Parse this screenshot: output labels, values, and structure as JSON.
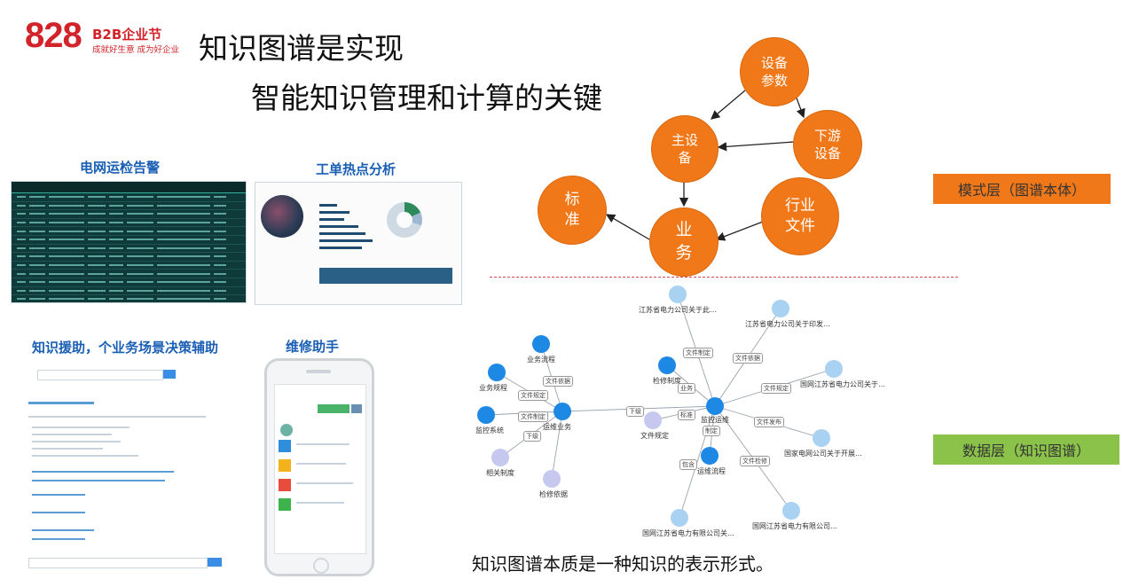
{
  "logo": {
    "number": "828",
    "brand": "B2B企业节",
    "slogan": "成就好生意 成为好企业"
  },
  "title": {
    "line1": "知识图谱是实现",
    "line2": "智能知识管理和计算的关键"
  },
  "panels": {
    "grid_alert": "电网运检告警",
    "order_analysis": "工单热点分析",
    "decision_support": "知识援助，个业务场景决策辅助",
    "repair_assistant": "维修助手"
  },
  "schema": {
    "nodes": {
      "equipment_params": "设备\n参数",
      "main_equipment": "主设\n备",
      "downstream_equipment": "下游\n设备",
      "standard": "标\n准",
      "business": "业\n务",
      "industry_docs": "行业\n文件"
    },
    "layer_mode": "模式层（图谱本体）",
    "layer_data": "数据层（知识图谱）"
  },
  "kg_labels": {
    "top": "江苏省电力公司关于此…",
    "top_right": "江苏省电力公司关于印发…",
    "right1": "国网江苏省电力公司关于…",
    "right2": "国家电网公司关于开展…",
    "bottom_right": "国网江苏省电力有限公司…",
    "bottom": "国网江苏省电力有限公司关…",
    "center_label": "监控运维",
    "left_label": "运维业务",
    "n1": "业务流程",
    "n2": "业务规程",
    "n3": "监控系统",
    "n4": "检修制度",
    "n5": "运维流程",
    "n6": "文件规定",
    "n7": "相关制度",
    "n8": "文件检修",
    "n9": "检修依据"
  },
  "edge_tags": [
    "文件制定",
    "文件依据",
    "文件规定",
    "文件发布",
    "下级",
    "业务",
    "标准",
    "制定",
    "包含",
    "文件检修",
    "文件依据",
    "文件规定",
    "文件制定",
    "下级"
  ],
  "caption": "知识图谱本质是一种知识的表示形式。",
  "colors": {
    "orange": "#f07818",
    "green_tag": "#8bc34a",
    "kg_blue": "#1e88e5",
    "kg_light": "#a9d2f2",
    "kg_lilac": "#c7c8f0",
    "title_blue": "#1a5fb4"
  }
}
